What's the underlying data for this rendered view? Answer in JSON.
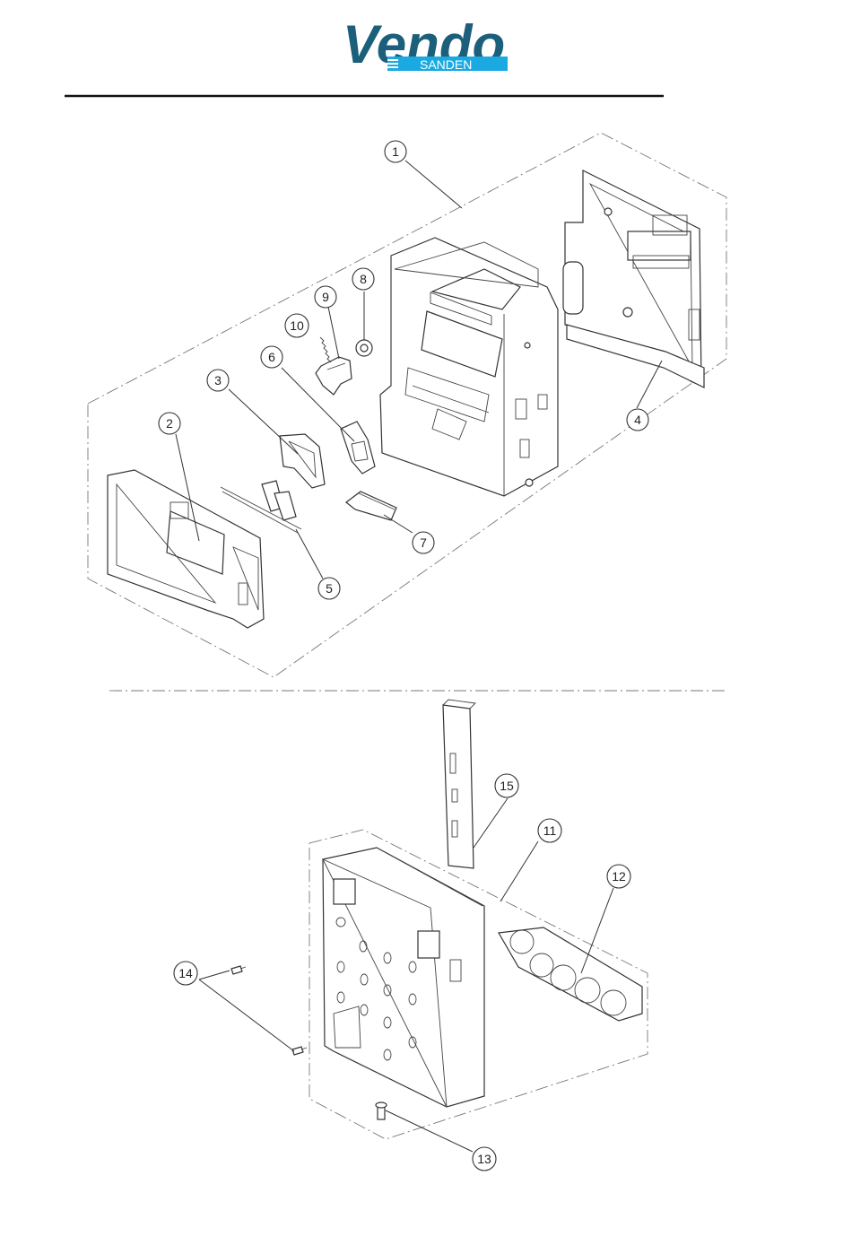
{
  "header": {
    "logo_text": "Vendo",
    "logo_subtext": "SANDEN",
    "brand_color": "#1b5f7a",
    "brand_accent": "#1ba9e1"
  },
  "callouts": [
    {
      "id": "1",
      "label": "1"
    },
    {
      "id": "2",
      "label": "2"
    },
    {
      "id": "3",
      "label": "3"
    },
    {
      "id": "4",
      "label": "4"
    },
    {
      "id": "5",
      "label": "5"
    },
    {
      "id": "6",
      "label": "6"
    },
    {
      "id": "7",
      "label": "7"
    },
    {
      "id": "8",
      "label": "8"
    },
    {
      "id": "9",
      "label": "9"
    },
    {
      "id": "10",
      "label": "10"
    },
    {
      "id": "11",
      "label": "11"
    },
    {
      "id": "12",
      "label": "12"
    },
    {
      "id": "13",
      "label": "13"
    },
    {
      "id": "14",
      "label": "14"
    },
    {
      "id": "15",
      "label": "15"
    }
  ]
}
